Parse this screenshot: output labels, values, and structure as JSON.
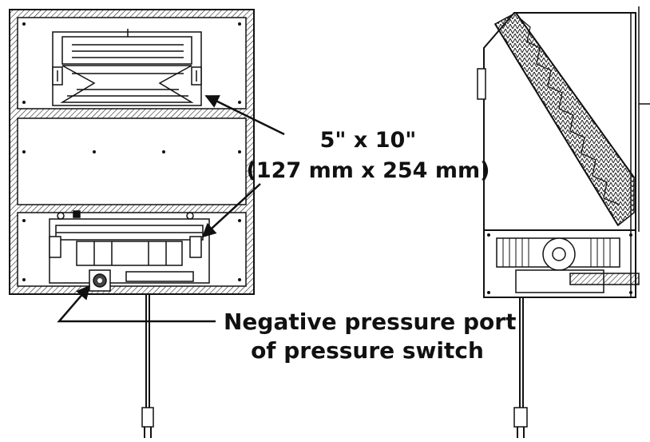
{
  "labels": {
    "size_line1": "5\" x 10\"",
    "size_line2": "(127 mm x 254 mm)",
    "port_line1": "Negative pressure port",
    "port_line2": "of pressure switch"
  },
  "colors": {
    "ink": "#111111",
    "background": "#ffffff"
  }
}
